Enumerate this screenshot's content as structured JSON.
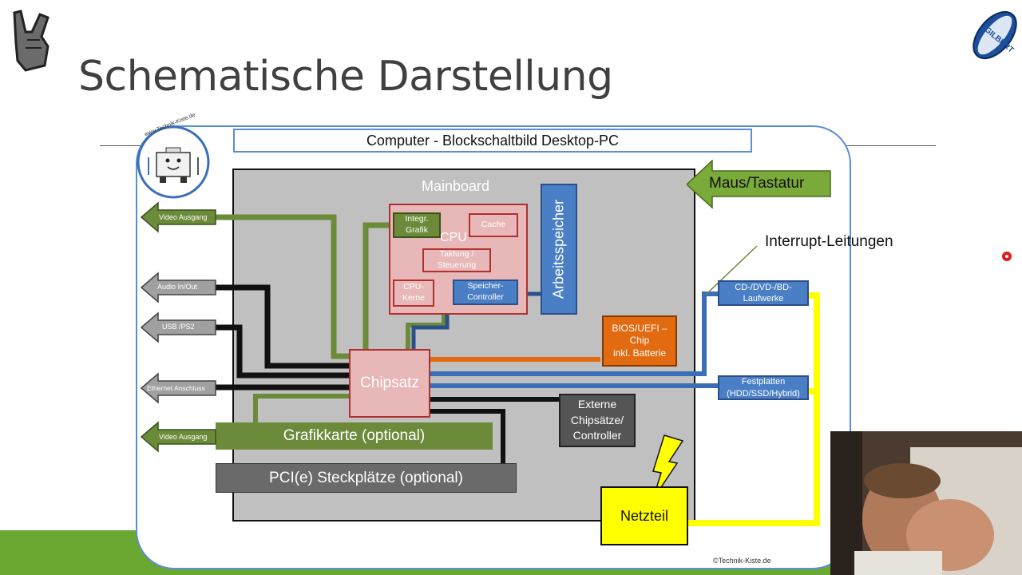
{
  "slide": {
    "title": "Schematische Darstellung",
    "diagram_title": "Computer - Blockschaltbild Desktop-PC",
    "logo_text": "www.Technik-Kiste.de",
    "credit": "©Technik-Kiste.de"
  },
  "diagram": {
    "mainboard": "Mainboard",
    "cpu": "CPU",
    "integr_grafik": [
      "Integr.",
      "Grafik"
    ],
    "cache": "Cache",
    "taktung": [
      "Taktung /",
      "Steuerung"
    ],
    "cpu_kerne": [
      "CPU-",
      "Kerne"
    ],
    "speicher_controller": [
      "Speicher-",
      "Controller"
    ],
    "arbeitsspeicher": "Arbeitsspeicher",
    "bios": [
      "BIOS/UEFI –",
      "Chip",
      "inkl. Batterie"
    ],
    "chipsatz": "Chipsatz",
    "externe": [
      "Externe",
      "Chipsätze/",
      "Controller"
    ],
    "grafikkarte": "Grafikkarte (optional)",
    "pci": "PCI(e) Steckplätze (optional)",
    "netzteil": "Netzteil",
    "maus": "Maus/Tastatur",
    "interrupt": "Interrupt-Leitungen",
    "cd": [
      "CD-/DVD-/BD-",
      "Laufwerke"
    ],
    "festplatten": [
      "Festplatten",
      "(HDD/SSD/Hybrid)"
    ],
    "ports": {
      "video1": "Video Ausgang",
      "audio": "Audio In/Out",
      "usb": "USB /PS2",
      "ethernet": "Ethernet Anschluss",
      "video2": "Video Ausgang"
    }
  },
  "colors": {
    "accent_blue": "#5a8ed6",
    "green": "#6b8a3a",
    "pink": "#e8b7b7",
    "blue_box": "#4a7fc6",
    "orange": "#e26a10",
    "yellow": "#ffff00",
    "band": "#6aa832"
  }
}
